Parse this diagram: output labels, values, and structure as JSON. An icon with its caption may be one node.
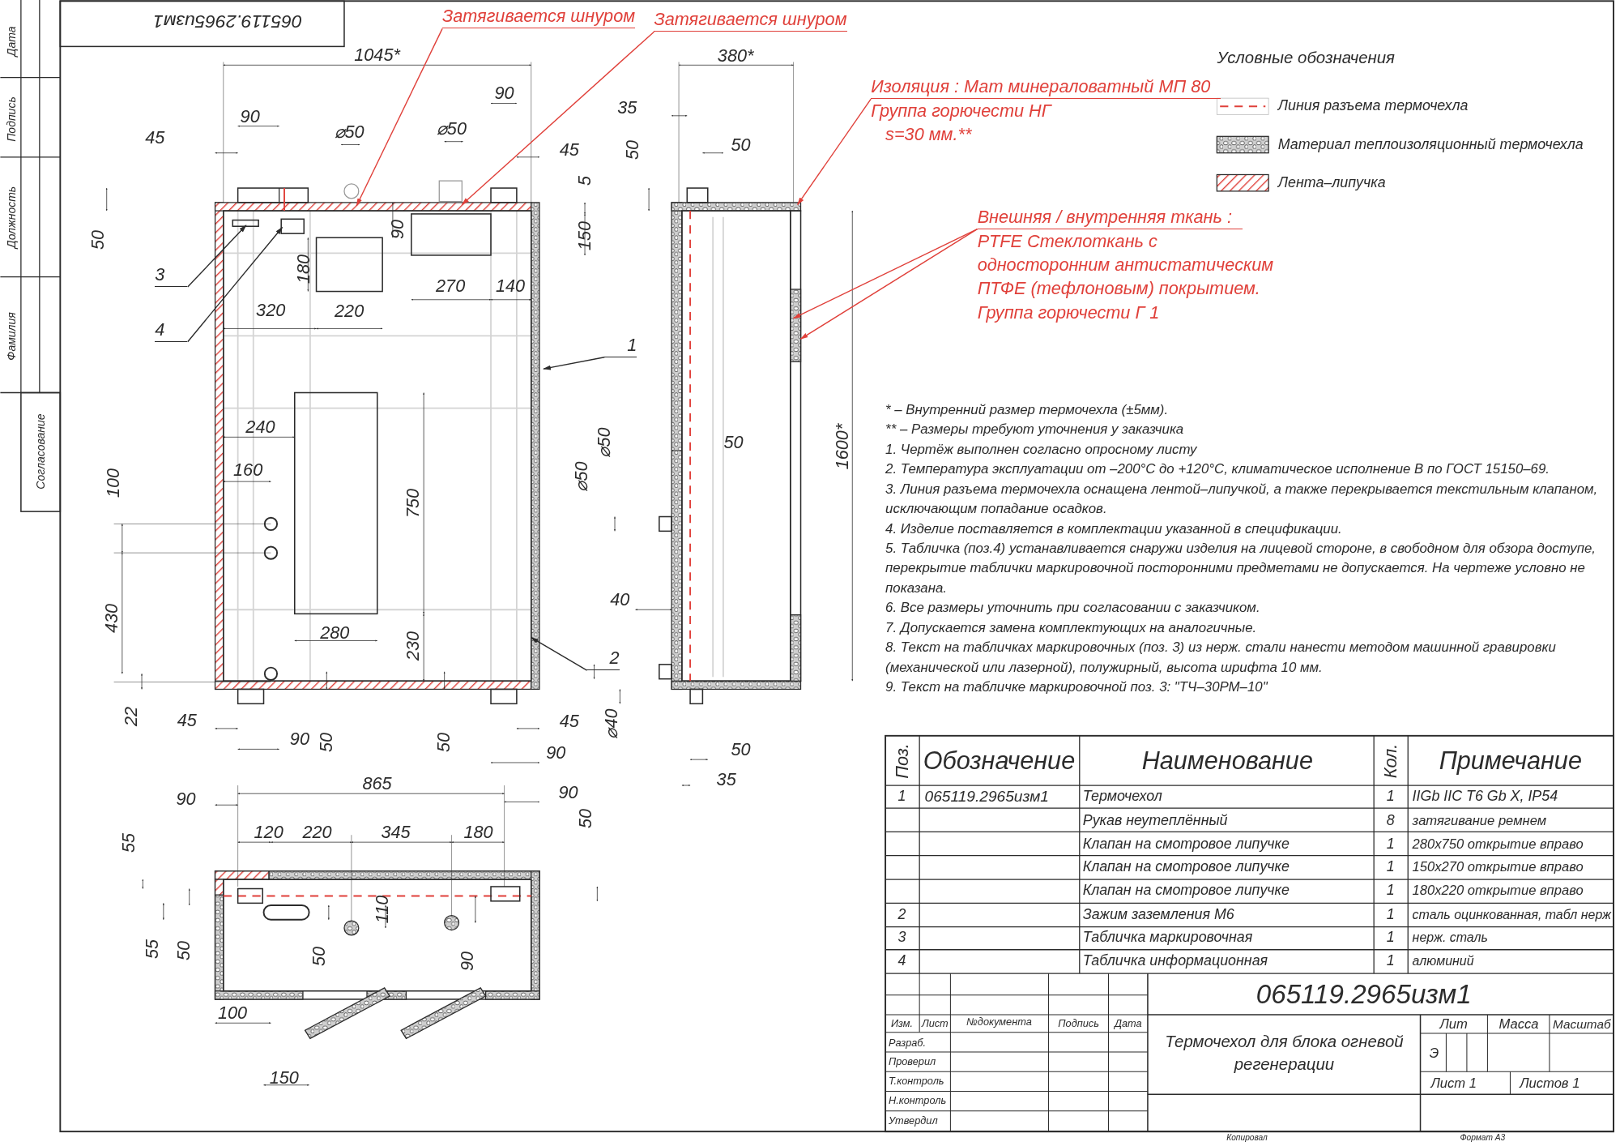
{
  "diagram": {
    "nodes": [
      {
        "text": [
          "Затягивается шнуром"
        ]
      },
      {
        "text": [
          "Затягивается шнуром"
        ]
      },
      {
        "text": [
          "Изоляция : Мат минераловатный МП 80",
          "Группа горючести НГ",
          "s=30 мм.**"
        ]
      },
      {
        "text": [
          "Внешняя / внутренняя ткань :",
          "PTFE Стеклоткань с односторонним антистатическим ПТФЕ (тефлоновым) покрытием. Группа горючести Г 1"
        ]
      },
      {
        "text": [
          "1"
        ]
      },
      {
        "text": [
          "2"
        ]
      },
      {
        "text": [
          "3"
        ]
      },
      {
        "text": [
          "4"
        ]
      }
    ],
    "edges": [
      {
        "from": 0,
        "to": null,
        "arrow": "to"
      },
      {
        "from": 1,
        "to": null,
        "arrow": "to"
      },
      {
        "from": 2,
        "to": null,
        "arrow": "to"
      },
      {
        "from": 3,
        "to": null,
        "arrow": "to"
      },
      {
        "from": 3,
        "to": null,
        "arrow": "to"
      },
      {
        "from": 4,
        "to": null,
        "arrow": "to",
        "color": "#2b2b2b"
      },
      {
        "from": 5,
        "to": null,
        "arrow": "to",
        "color": "#2b2b2b"
      },
      {
        "from": 6,
        "to": null,
        "arrow": "to",
        "color": "#2b2b2b"
      },
      {
        "from": 7,
        "to": null,
        "arrow": "to",
        "color": "#2b2b2b"
      }
    ],
    "labels": [
      "Дата",
      "Подпись",
      "Должность",
      "Фамилия",
      "Согласование",
      "065119.2965изм1",
      "1045*",
      "90",
      "90",
      "45",
      "⌀50",
      "⌀50",
      "45",
      "5",
      "50",
      "150",
      "90",
      "180",
      "270",
      "140",
      "320",
      "220",
      "240",
      "160",
      "100",
      "750",
      "430",
      "280",
      "230",
      "22",
      "45",
      "90",
      "50",
      "50",
      "45",
      "90",
      "380*",
      "35",
      "50",
      "50",
      "⌀50",
      "⌀50",
      "50",
      "1600*",
      "40",
      "⌀40",
      "50",
      "865",
      "35",
      "90",
      "90",
      "50",
      "120",
      "220",
      "345",
      "180",
      "55",
      "55",
      "50",
      "110",
      "50",
      "90",
      "100",
      "150",
      "Условные обозначения",
      "* – Внутренний размер термочехла (±5мм).",
      "** – Размеры требуют уточнения у заказчика",
      "1. Чертёж выполнен согласно опросному листу",
      "2. Температура эксплуатации от –200°С до +120°С, климатическое исполнение В по ГОСТ 15150–69.",
      "3. Линия разъема термочехла оснащена лентой–липучкой, а также перекрывается текстильным клапаном, исключающим попадание осадков.",
      "4. Изделие поставляется в комплектации указанной в спецификации.",
      "5. Табличка (поз.4) устанавливается снаружи изделия на лицевой стороне, в свободном для обзора доступе, перекрытие таблички маркировочной посторонними предметами не допускается. На чертеже условно не показана.",
      "6. Все размеры уточнить при согласовании с заказчиком.",
      "7. Допускается замена комплектующих на аналогичные.",
      "8. Текст на табличках маркировочных (поз. 3) из нерж. стали нанести методом машинной гравировки (механической или лазерной), полужирный, высота шрифта 10 мм.",
      "9. Текст на табличке маркировочной поз. 3: \"ТЧ–30РМ–10\"",
      "Поз.",
      "Обозначение",
      "Наименование",
      "Кол.",
      "Примечание",
      "1",
      "065119.2965изм1",
      "Термочехол",
      "1",
      "IIGb IIC T6 Gb X, IP54",
      "Рукав неутеплённый",
      "8",
      "затягивание ремнем",
      "Клапан на смотровое липучке",
      "1",
      "280x750 открытие вправо",
      "Клапан на смотровое липучке",
      "1",
      "150x270 открытие вправо",
      "Клапан на смотровое липучке",
      "1",
      "180x220 открытие вправо",
      "2",
      "Зажим заземления М6",
      "1",
      "сталь оцинкованная, табл нерж",
      "3",
      "Табличка маркировочная",
      "1",
      "нерж. сталь",
      "4",
      "Табличка информационная",
      "1",
      "алюминий",
      "065119.2965изм1",
      "Изм.",
      "Лист",
      "№документа",
      "Подпись",
      "Дата",
      "Разраб.",
      "Проверил",
      "Т.контроль",
      "Н.контроль",
      "Утвердил",
      "Термочехол для блока огневой регенерации",
      "Лит",
      "Масса",
      "Масштаб",
      "Э",
      "Лист 1",
      "Листов 1",
      "Копировал",
      "Формат А3"
    ],
    "legend": [
      {
        "text": "Линия разъема термочехла"
      },
      {
        "text": "Материал теплоизоляционный термочехла"
      },
      {
        "text": "Лента–липучка"
      }
    ]
  }
}
